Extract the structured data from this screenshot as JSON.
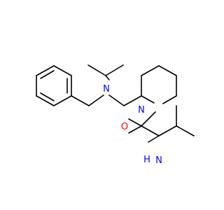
{
  "atoms": [
    {
      "label": "N",
      "color": "#0000ff"
    },
    {
      "label": "N",
      "color": "#0000ff"
    },
    {
      "label": "O",
      "color": "#ff0000"
    },
    {
      "label": "H",
      "color": "#0000ff"
    },
    {
      "label": "N",
      "color": "#0000ff"
    }
  ]
}
